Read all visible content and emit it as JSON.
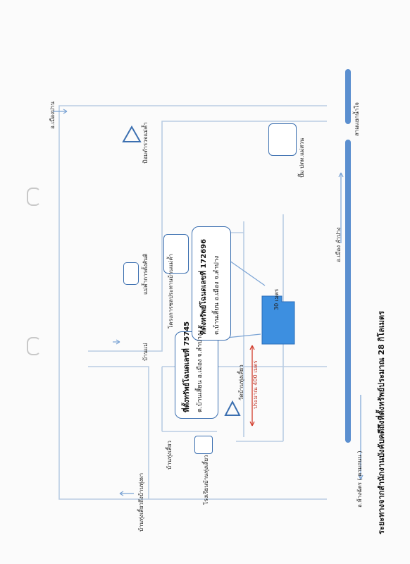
{
  "title": "ระยะทางจากสำนักงานบังคับคดีถึงที่ตั้งทรัพย์ประมาณ 28 กิโลเมตร",
  "plots": {
    "plot1_title": "ที่ตั้งทรัพย์โฉนดเลขที่ 75745",
    "plot1_addr": "ต.บ้านเสี้ยน อ.เมือง จ.ลำปาง",
    "plot2_title": "ที่ตั้งทรัพย์โฉนดเลขที่ 172696",
    "plot2_addr": "ต.บ้านเสี้ยน อ.เมือง จ.ลำปาง"
  },
  "landmarks": {
    "school": "โรงเรียนบ้านทุ่งเสี้ยว",
    "temple": "วัดบ้านทุ่งเสี้ยว",
    "irrigation": "โครงการชลประทานบ้านแม่ค้ำ",
    "nursery": "แม่ค้ำการตั้งสันติ",
    "irrigation_office": "ปั๊ม ปตท.แม่สวน",
    "phu_triangle": "ป้อมตำรวจแม่ค้ำ"
  },
  "roads": {
    "to_changwat": "อ.เมืองปาน",
    "village": "บ้านแม่",
    "tung_siao_to": "บ้านทุ่งเสี้ยวถึงบ้านทุ่งผา",
    "village_tung_siao": "บ้านทุ่งเสี้ยว",
    "bottom_left": "อ.ห้างฉัตร ( ตามถนน )",
    "bottom_mid": "อ.เมือง ลำปาง",
    "bottom_right": "สามแยกน้ำใจ"
  },
  "distances": {
    "d400": "ประมาณ 400 เมตร",
    "d30": "30 เมตร"
  },
  "colors": {
    "road_line": "#b9cde3",
    "road_strip": "#5b8fcf",
    "plot_fill": "#3d8fe0",
    "box_border": "#3b6fb0",
    "arrow_red": "#d23a2a",
    "arrow_blue": "#7aa3d4"
  }
}
